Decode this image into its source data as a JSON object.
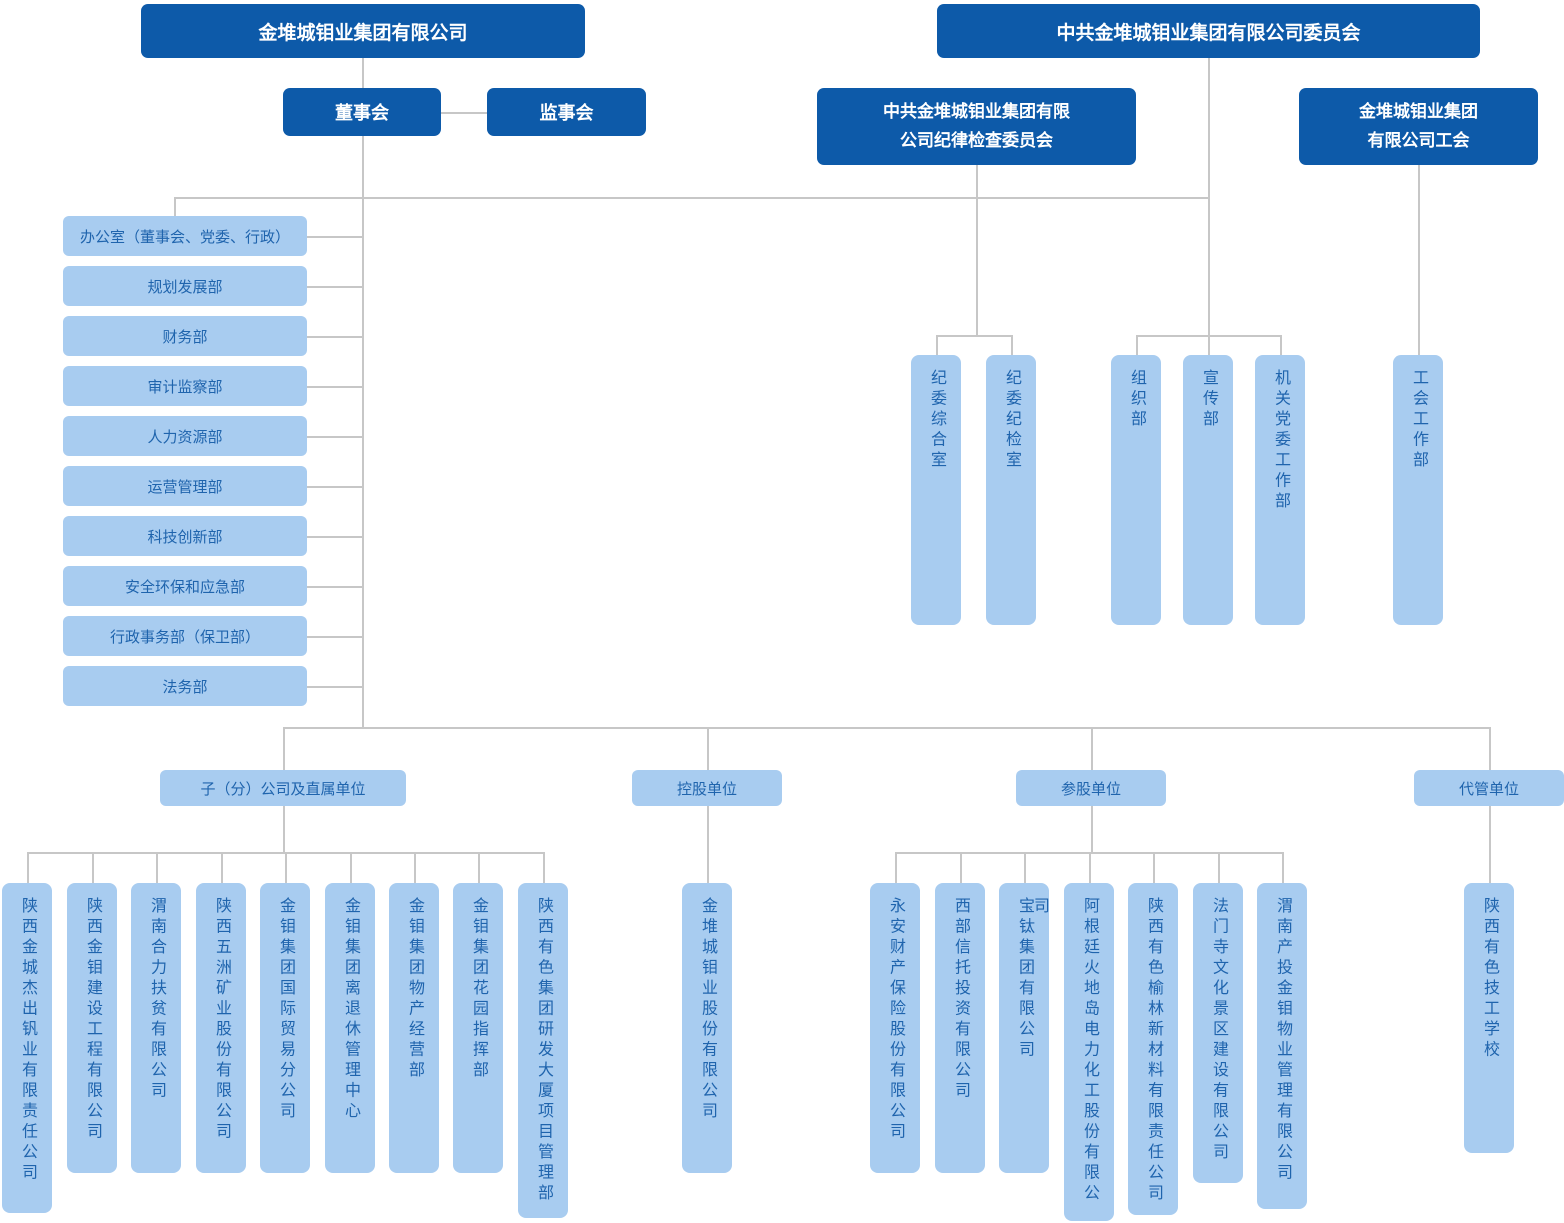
{
  "colors": {
    "header_dark_blue": "#0d5aa9",
    "node_light_blue": "#a8ccf0",
    "node_text_blue": "#1f64ad",
    "connector_gray": "#c7c7c7"
  },
  "top_row": {
    "group": "金堆城钼业集团有限公司",
    "party_committee": "中共金堆城钼业集团有限公司委员会"
  },
  "governance": {
    "board": "董事会",
    "supervisory": "监事会"
  },
  "party_bodies": {
    "discipline_committee": "中共金堆城钼业集团有限\n公司纪律检查委员会",
    "labor_union": "金堆城钼业集团\n有限公司工会"
  },
  "departments": [
    "办公室（董事会、党委、行政）",
    "规划发展部",
    "财务部",
    "审计监察部",
    "人力资源部",
    "运营管理部",
    "科技创新部",
    "安全环保和应急部",
    "行政事务部（保卫部）",
    "法务部"
  ],
  "discipline_departments": [
    "纪委综合室",
    "纪委纪检室"
  ],
  "party_departments": [
    "组织部",
    "宣传部",
    "机关党委工作部"
  ],
  "union_departments": [
    "工会工作部"
  ],
  "categories": [
    "子（分）公司及直属单位",
    "控股单位",
    "参股单位",
    "代管单位"
  ],
  "subsidiaries": [
    "陕西金城杰出钒业有限责任公司",
    "陕西金钼建设工程有限公司",
    "渭南合力扶贫有限公司",
    "陕西五洲矿业股份有限公司",
    "金钼集团国际贸易分公司",
    "金钼集团离退休管理中心",
    "金钼集团物产经营部",
    "金钼集团花园指挥部",
    "陕西有色集团研发大厦项目管理部"
  ],
  "holding_units": [
    "金堆城钼业股份有限公司"
  ],
  "shareholding_units": [
    "永安财产保险股份有限公司",
    "西部信托投资有限公司",
    "宝钛集团有限公司",
    "阿根廷火地岛电力化工股份有限公司",
    "陕西有色榆林新材料有限责任公司",
    "法门寺文化景区建设有限公司",
    "渭南产投金钼物业管理有限公司"
  ],
  "managed_units": [
    "陕西有色技工学校"
  ]
}
